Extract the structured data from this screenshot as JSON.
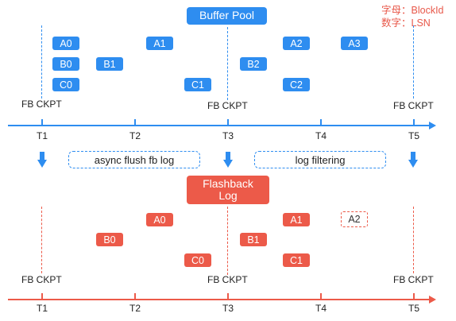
{
  "buffer_pool_title": "Buffer Pool",
  "flashback_log_title": "Flashback\nLog",
  "legend": {
    "line1": "字母：BlockId",
    "line2": "数字：LSN"
  },
  "stage_labels": {
    "async_flush": "async flush fb log",
    "log_filtering": "log filtering"
  },
  "checkpoint_label": "FB CKPT",
  "timeline": [
    "T1",
    "T2",
    "T3",
    "T4",
    "T5"
  ],
  "checkpoints_at": [
    "T1",
    "T3",
    "T5"
  ],
  "colors": {
    "blue": "#2e8df0",
    "red": "#ec5a49"
  },
  "buffer_pool_blocks": [
    {
      "label": "A0",
      "style": "solid"
    },
    {
      "label": "A1",
      "style": "solid"
    },
    {
      "label": "A2",
      "style": "solid"
    },
    {
      "label": "A3",
      "style": "solid"
    },
    {
      "label": "B0",
      "style": "solid"
    },
    {
      "label": "B1",
      "style": "solid"
    },
    {
      "label": "B2",
      "style": "solid"
    },
    {
      "label": "C0",
      "style": "solid"
    },
    {
      "label": "C1",
      "style": "solid"
    },
    {
      "label": "C2",
      "style": "solid"
    }
  ],
  "flashback_log_blocks": [
    {
      "label": "A0",
      "style": "solid"
    },
    {
      "label": "A1",
      "style": "solid"
    },
    {
      "label": "A2",
      "style": "dashed"
    },
    {
      "label": "B0",
      "style": "solid"
    },
    {
      "label": "B1",
      "style": "solid"
    },
    {
      "label": "C0",
      "style": "solid"
    },
    {
      "label": "C1",
      "style": "solid"
    }
  ]
}
